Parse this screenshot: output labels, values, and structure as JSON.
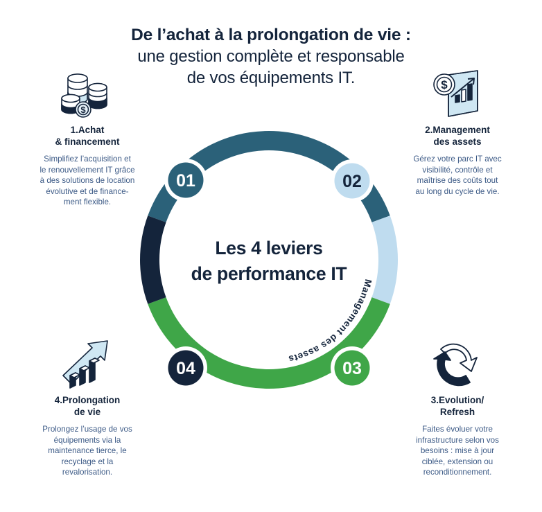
{
  "title": {
    "line1": "De l’achat à la prolongation de vie :",
    "line2": "une gestion complète et responsable",
    "line3": "de vos équipements IT."
  },
  "center": {
    "line1": "Les 4 leviers",
    "line2": "de performance IT"
  },
  "colors": {
    "navy_dark": "#14243b",
    "teal_blue": "#2b6179",
    "light_blue": "#bfdcef",
    "green": "#3fa648",
    "title_text": "#14243b",
    "body_text": "#3c5a86",
    "white": "#ffffff"
  },
  "ring": {
    "segments": [
      {
        "id": "achat-financement",
        "position": "top",
        "label": "Achat & financement",
        "color": "#2b6179",
        "label_color": "#ffffff"
      },
      {
        "id": "management-assets",
        "position": "right",
        "label": "Management des assets",
        "color": "#bfdcef",
        "label_color": "#14243b"
      },
      {
        "id": "evolution-refresh",
        "position": "bottom",
        "label": "Evolution/ Refresh",
        "color": "#3fa648",
        "label_color": "#ffffff"
      },
      {
        "id": "prolongation-de-vie",
        "position": "left",
        "label": "Prolongation de vie",
        "color": "#14243b",
        "label_color": "#ffffff"
      }
    ],
    "badges": [
      {
        "id": "badge-01",
        "number": "01",
        "fill": "#2b6179",
        "text_color": "#ffffff"
      },
      {
        "id": "badge-02",
        "number": "02",
        "fill": "#bfdcef",
        "text_color": "#14243b"
      },
      {
        "id": "badge-03",
        "number": "03",
        "fill": "#3fa648",
        "text_color": "#ffffff"
      },
      {
        "id": "badge-04",
        "number": "04",
        "fill": "#14243b",
        "text_color": "#ffffff"
      }
    ]
  },
  "blocks": [
    {
      "id": "block-1",
      "icon": "coins-stack-icon",
      "title_line1": "1.Achat",
      "title_line2": "& financement",
      "desc_line1": "Simplifiez l’acquisition et",
      "desc_line2": "le renouvellement IT grâce",
      "desc_line3": "à des solutions de location",
      "desc_line4": "évolutive et de finance-",
      "desc_line5": "ment flexible."
    },
    {
      "id": "block-2",
      "icon": "chart-document-dollar-icon",
      "title_line1": "2.Management",
      "title_line2": "des assets",
      "desc_line1": "Gérez votre parc IT avec",
      "desc_line2": "visibilité, contrôle et",
      "desc_line3": "maîtrise des coûts tout",
      "desc_line4": "au long du cycle de vie.",
      "desc_line5": ""
    },
    {
      "id": "block-3",
      "icon": "refresh-arrows-icon",
      "title_line1": "3.Evolution/",
      "title_line2": "Refresh",
      "desc_line1": "Faites évoluer votre",
      "desc_line2": "infrastructure selon vos",
      "desc_line3": "besoins : mise à jour",
      "desc_line4": "ciblée, extension ou",
      "desc_line5": "reconditionnement."
    },
    {
      "id": "block-4",
      "icon": "growth-chart-arrow-icon",
      "title_line1": "4.Prolongation",
      "title_line2": "de vie",
      "desc_line1": "Prolongez l’usage de vos",
      "desc_line2": "équipements via la",
      "desc_line3": "maintenance tierce, le",
      "desc_line4": "recyclage et la",
      "desc_line5": "revalorisation."
    }
  ]
}
